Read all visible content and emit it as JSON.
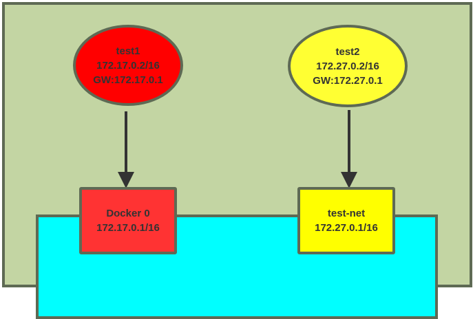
{
  "containers": [
    {
      "name": "test1",
      "ip": "172.17.0.2/16",
      "gateway": "GW:172.17.0.1",
      "color": "#ff0000"
    },
    {
      "name": "test2",
      "ip": "172.27.0.2/16",
      "gateway": "GW:172.27.0.1",
      "color": "#ffff33"
    }
  ],
  "interfaces": [
    {
      "name": "Docker 0",
      "ip": "172.17.0.1/16",
      "color": "#ff3333"
    },
    {
      "name": "test-net",
      "ip": "172.27.0.1/16",
      "color": "#ffff00"
    }
  ],
  "colors": {
    "host_background": "#c3d5a3",
    "bridge_background": "#00ffff",
    "border": "#5e6a54",
    "arrow": "#333333"
  }
}
